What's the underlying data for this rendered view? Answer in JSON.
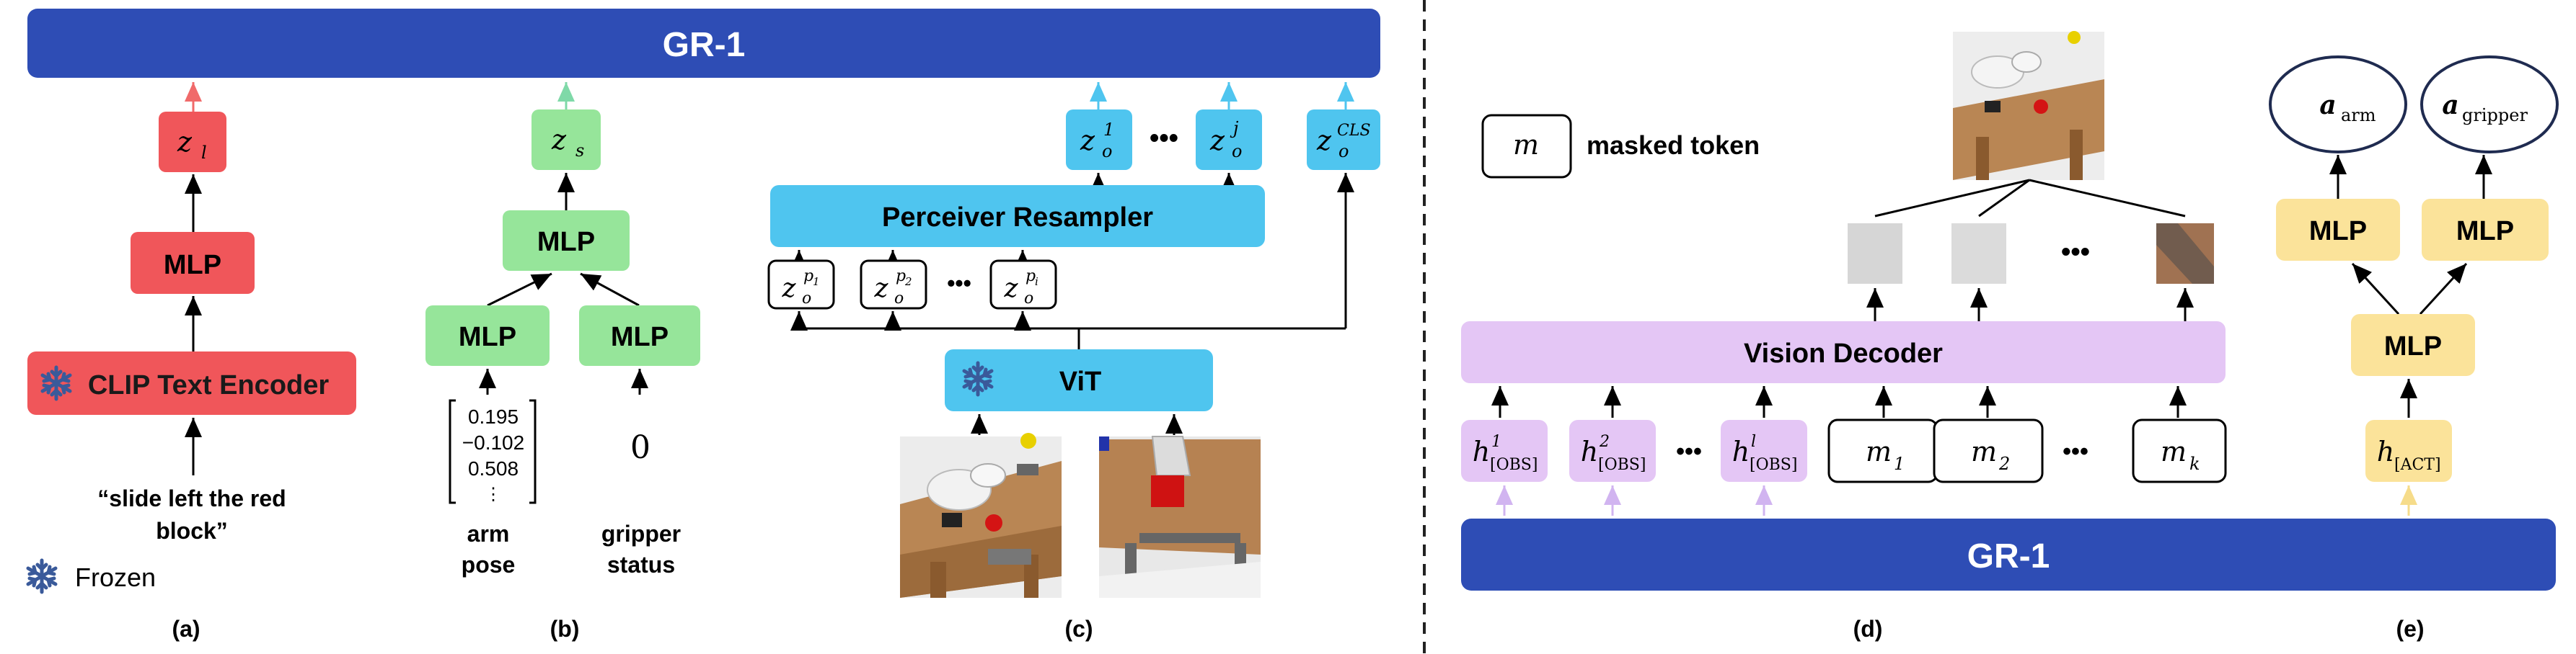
{
  "colors": {
    "gr1_blue": "#2E4DB5",
    "red": "#F0565A",
    "red_light": "#F47A7C",
    "green": "#96E59A",
    "cyan": "#4FC5EF",
    "lavender": "#E4C6F5",
    "yellow": "#FBE39A",
    "arrow_red": "#F06A6A",
    "arrow_green": "#7FD9A8",
    "arrow_cyan": "#4FC5EF",
    "arrow_lavender": "#D1B4F0",
    "arrow_yellow": "#F6DC8A"
  },
  "top_banner": {
    "label": "GR-1"
  },
  "bottom_banner": {
    "label": "GR-1"
  },
  "panel_a": {
    "caption": "(a)",
    "z_label": "z",
    "z_sub": "l",
    "mlp": "MLP",
    "encoder": "CLIP Text Encoder",
    "instruction_line1": "“slide left the red",
    "instruction_line2": "block”",
    "frozen_label": "Frozen",
    "snowflake_icon": "snowflake-icon"
  },
  "panel_b": {
    "caption": "(b)",
    "z_label": "z",
    "z_sub": "s",
    "mlp_top": "MLP",
    "mlp_left": "MLP",
    "mlp_right": "MLP",
    "pose_values": [
      "0.195",
      "−0.102",
      "0.508",
      "⋮"
    ],
    "gripper_value": "0",
    "arm_label_1": "arm",
    "arm_label_2": "pose",
    "gripper_label_1": "gripper",
    "gripper_label_2": "status"
  },
  "panel_c": {
    "caption": "(c)",
    "resampler": "Perceiver Resampler",
    "vit": "ViT",
    "ellipsis": "•••",
    "z_base": "z",
    "z_sub": "o",
    "top_tokens_sup": [
      "1",
      "j",
      "CLS"
    ],
    "p_tokens_sup": [
      "p",
      "p",
      "p"
    ],
    "p_tokens_subsub": [
      "1",
      "2",
      "i"
    ]
  },
  "panel_d": {
    "caption": "(d)",
    "legend_token": "m",
    "legend_label": "masked token",
    "decoder": "Vision Decoder",
    "ellipsis": "•••",
    "h_base": "h",
    "h_sub": "[OBS]",
    "h_sups": [
      "1",
      "2",
      "l"
    ],
    "m_base": "m",
    "m_subs": [
      "1",
      "2",
      "k"
    ]
  },
  "panel_e": {
    "caption": "(e)",
    "a_base": "a",
    "a_arm_sub": "arm",
    "a_gripper_sub": "gripper",
    "mlp_left": "MLP",
    "mlp_right": "MLP",
    "mlp_bottom": "MLP",
    "h_base": "h",
    "h_sub": "[ACT]"
  }
}
